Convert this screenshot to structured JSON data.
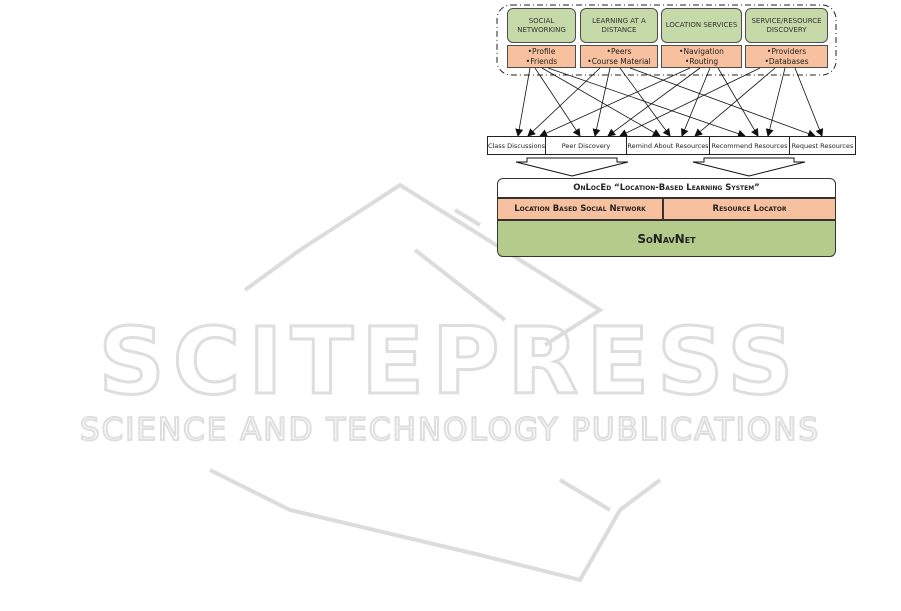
{
  "watermark": {
    "brand": "SCITEPRESS",
    "tagline": "SCIENCE AND TECHNOLOGY PUBLICATIONS"
  },
  "diagram": {
    "categories": [
      {
        "id": "social",
        "label": "SOCIAL NETWORKING",
        "features": [
          "•Profile",
          "•Friends"
        ]
      },
      {
        "id": "learning",
        "label": "LEARNING AT A DISTANCE",
        "features": [
          "•Peers",
          "•Course Material"
        ]
      },
      {
        "id": "location",
        "label": "LOCATION SERVICES",
        "features": [
          "•Navigation",
          "•Routing"
        ]
      },
      {
        "id": "service",
        "label": "SERVICE/RESOURCE DISCOVERY",
        "features": [
          "•Providers",
          "•Databases"
        ]
      }
    ],
    "functions": [
      "Class Discussions",
      "Peer Discovery",
      "Remind About Resources",
      "Recommend Resources",
      "Request Resources"
    ],
    "system_title": "OnLocEd “Location-Based Learning System”",
    "components": [
      "Location Based Social Network",
      "Resource Locator"
    ],
    "base": "SoNavNet"
  }
}
